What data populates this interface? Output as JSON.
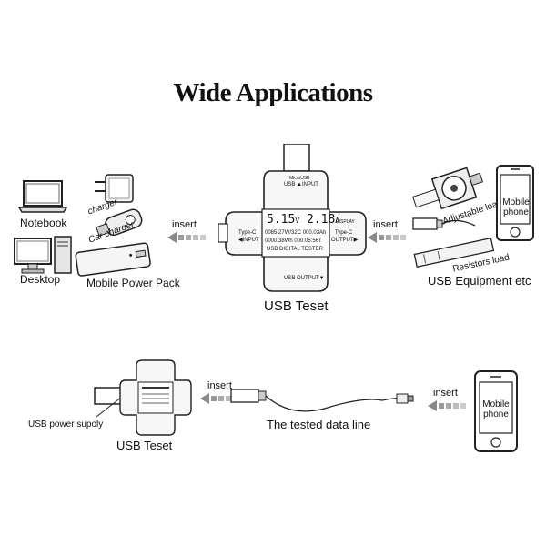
{
  "title": "Wide Applications",
  "labels": {
    "notebook": "Notebook",
    "desktop": "Desktop",
    "power_pack": "Mobile Power Pack",
    "usb_equipment": "USB Equipment etc",
    "adjustable_load": "Adjustable load",
    "resistors_load": "Resistors load",
    "usb_tester_top": "USB Teset",
    "usb_tester_bottom": "USB Teset",
    "usb_power_supply": "USB power supoly",
    "tested_data_line": "The tested data line",
    "charger1": "charger",
    "charger2": "Car charger"
  },
  "arrows": {
    "insert_left": "insert",
    "insert_right": "insert",
    "insert_bottom_left": "insert",
    "insert_bottom_right": "insert"
  },
  "phone": {
    "screen_text_line1": "Mobile",
    "screen_text_line2": "phone"
  },
  "tester": {
    "micro_usb": "MicroUSB",
    "usb_input": "USB ▲INPUT",
    "usb_output": "USB OUTPUT▼",
    "typec_input_1": "Type-C",
    "typec_input_2": "◀INPUT",
    "typec_output_1": "Type-C",
    "typec_output_2": "OUTPUT▶",
    "display_label": "DISPLAY",
    "voltage": "5.15",
    "voltage_unit": "V",
    "current": "2.18",
    "current_unit": "A",
    "line2": "0085.27W/32C 000.03Ah",
    "line3": "0000.38Wh 000:05:56T",
    "brand": "USB DIGITAL TESTER"
  }
}
